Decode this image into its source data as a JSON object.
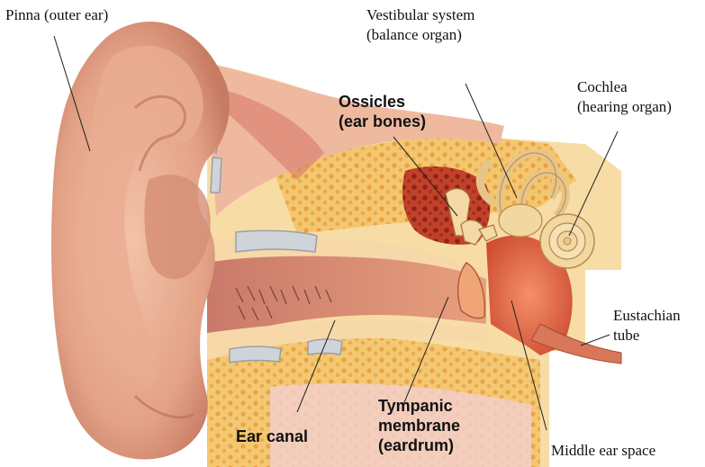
{
  "labels": {
    "pinna": "Pinna (outer ear)",
    "vestibular_line1": "Vestibular system",
    "vestibular_line2": "(balance organ)",
    "ossicles_line1": "Ossicles",
    "ossicles_line2": "(ear bones)",
    "cochlea_line1": "Cochlea",
    "cochlea_line2": "(hearing organ)",
    "eustachian_line1": "Eustachian",
    "eustachian_line2": "tube",
    "ear_canal": "Ear canal",
    "tympanic_line1": "Tympanic",
    "tympanic_line2": "membrane",
    "tympanic_line3": "(eardrum)",
    "middle_ear": "Middle ear space"
  },
  "colors": {
    "skin": "#e8a98e",
    "skin_dark": "#c97a63",
    "tissue": "#f6d59a",
    "bone_spongy": "#f0b24e",
    "canal": "#d9876c",
    "middle_ear": "#e86a4a",
    "cartilage": "#cfd2d8",
    "cochlea": "#f2d7a0",
    "leader": "#222222"
  }
}
